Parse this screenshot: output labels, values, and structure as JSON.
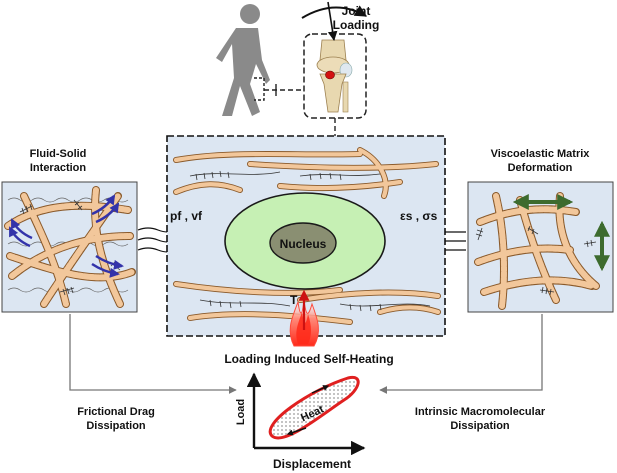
{
  "labels": {
    "joint_loading_line1": "Joint",
    "joint_loading_line2": "Loading",
    "fluid_solid_line1": "Fluid-Solid",
    "fluid_solid_line2": "Interaction",
    "viscoelastic_line1": "Viscoelastic Matrix",
    "viscoelastic_line2": "Deformation",
    "nucleus": "Nucleus",
    "fluid_symbols": "pf , vf",
    "strain_stress_symbols": "εs , σs",
    "temperature_symbol": "T",
    "self_heating": "Loading Induced Self-Heating",
    "frictional_drag_line1": "Frictional Drag",
    "frictional_drag_line2": "Dissipation",
    "intrinsic_line1": "Intrinsic Macromolecular",
    "intrinsic_line2": "Dissipation",
    "heat": "Heat",
    "axis_load": "Load",
    "axis_displacement": "Displacement"
  },
  "colors": {
    "panel_fill": "#dce6f2",
    "cell_fill": "#c6f0b4",
    "cell_stroke": "#1a1a1a",
    "nucleus_fill": "#8a8f72",
    "fiber_fill": "#f2c79b",
    "fiber_stroke": "#8a5a2b",
    "fluid_arrow": "#3333aa",
    "deform_arrow": "#3d6b2e",
    "heat_red": "#e02020",
    "walker": "#8a8a8a"
  },
  "icons": {
    "walker": "walking-person-icon",
    "knee": "knee-joint-icon",
    "rotation": "curved-arrow-icon",
    "flame": "flame-icon"
  }
}
